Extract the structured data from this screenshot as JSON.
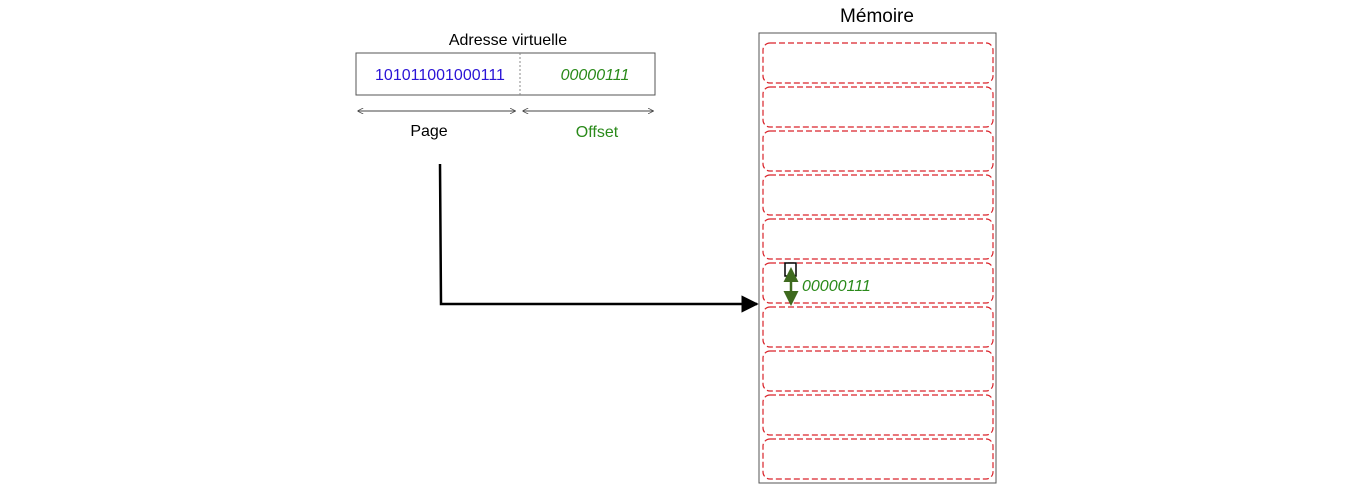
{
  "virtual_address": {
    "title": "Adresse virtuelle",
    "page_bits": "101011001000111",
    "offset_bits": "00000111",
    "page_label": "Page",
    "offset_label": "Offset"
  },
  "memory": {
    "title": "Mémoire",
    "frame_count": 10,
    "offset_annotation": "00000111"
  },
  "colors": {
    "page_bits": "#2a14d6",
    "offset": "#2a8a1a",
    "frame_border": "#d9232a",
    "offset_arrow": "#3e6a1e",
    "outline": "#555555",
    "arrow": "#000000"
  }
}
